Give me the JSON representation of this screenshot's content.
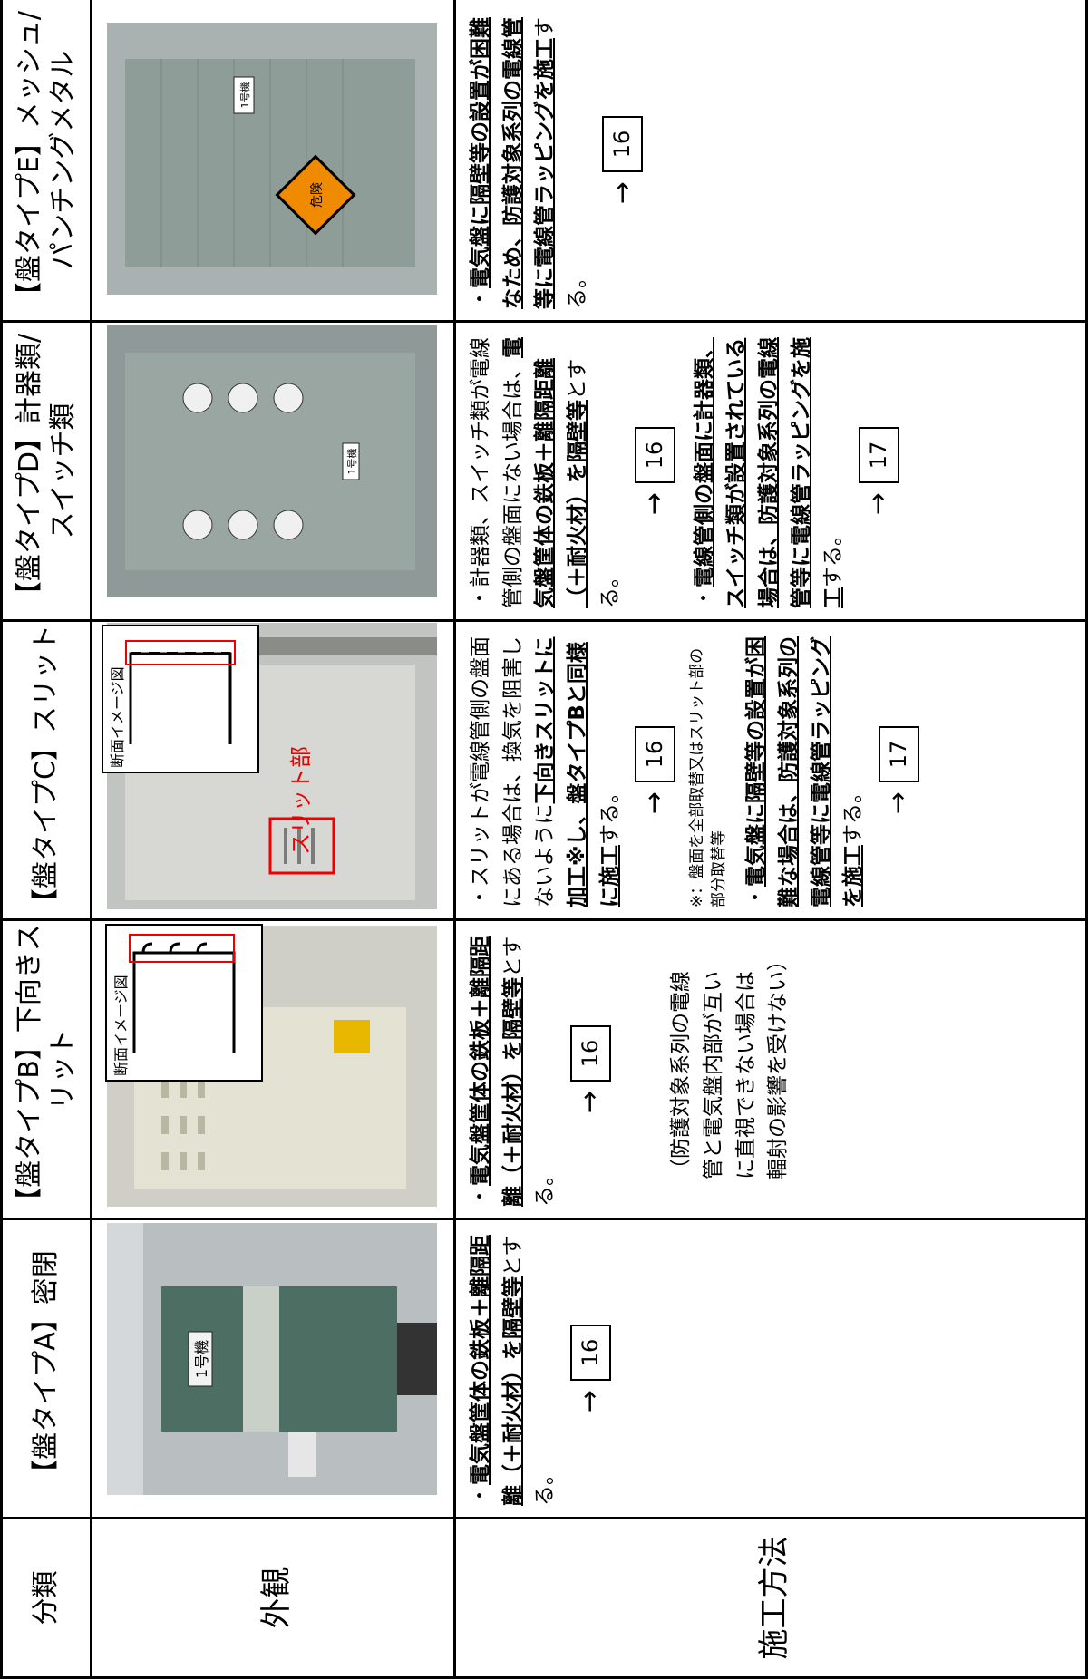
{
  "headers": {
    "category": "分類",
    "typeA": "【盤タイプA】密閉",
    "typeB": "【盤タイプB】下向きスリット",
    "typeC": "【盤タイプC】スリット",
    "typeD": "【盤タイプD】計器類/スイッチ類",
    "typeE": "【盤タイプE】メッシュ/パンチングメタル"
  },
  "rows": {
    "appearance": "外観",
    "method": "施工方法"
  },
  "photos": {
    "a_plate": "1号機",
    "d_plate": "1号機",
    "e_sign": "危険",
    "e_plate": "1号機"
  },
  "diagrams": {
    "section_label": "断面イメージ図",
    "slit_label": "スリット部"
  },
  "cellA": {
    "lead": "・",
    "bold": "電気盤筐体の鉄板＋離隔距離（＋耐火材）を隔壁等",
    "tail": "とする。",
    "ref": "16"
  },
  "cellB": {
    "lead": "・",
    "bold": "電気盤筐体の鉄板＋離隔距離（＋耐火材）を隔壁等",
    "tail": "とする。",
    "ref": "16",
    "note": "（防護対象系列の電線管と電気盤内部が互いに直視できない場合は輻射の影響を受けない）"
  },
  "cellC": {
    "p1_plain": "・スリットが電線管側の盤面にある場合は、換気を阻害しないように",
    "p1_bold": "下向きスリットに加工※し、盤タイプBと同様に施工",
    "p1_tail": "する。",
    "ref1": "16",
    "note": "※：盤面を全部取替又はスリット部の部分取替等",
    "p2_lead": "・",
    "p2_bold": "電気盤に隔壁等の設置が困難な場合は、防護対象系列の電線管等に電線管ラッピングを施工",
    "p2_tail": "する。",
    "ref2": "17"
  },
  "cellD": {
    "p1_plain": "・計器類、スイッチ類が電線管側の盤面にない場合は、",
    "p1_bold": "電気盤筐体の鉄板＋離隔距離（＋耐火材）を隔壁等",
    "p1_tail": "とする。",
    "ref1": "16",
    "p2_lead": "・",
    "p2_bold": "電線管側の盤面に計器類、スイッチ類が設置されている場合は、防護対象系列の電線管等に電線管ラッピングを施工",
    "p2_tail": "する。",
    "ref2": "17"
  },
  "cellE": {
    "lead": "・",
    "bold": "電気盤に隔壁等の設置が困難なため、防護対象系列の電線管等に電線管ラッピングを施工",
    "tail": "する。",
    "ref": "16"
  },
  "colors": {
    "border": "#000000",
    "highlight": "#e00000",
    "panel_gray": "#8a9a94"
  }
}
